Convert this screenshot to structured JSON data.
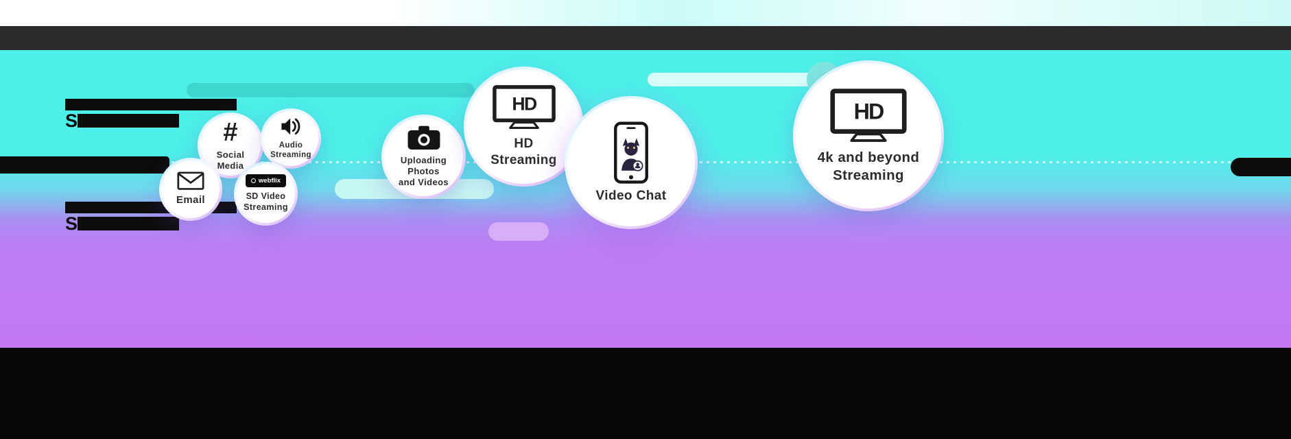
{
  "page": {
    "title": "Internet activities and speeds infographic",
    "colors": {
      "teal_bg": "#4df0e8",
      "purple_bg": "#c278f2",
      "header_bar": "#2b2b2b",
      "footer_bar": "#070707",
      "pill_teal": "#3ed7cf",
      "pill_cyan": "#c4f6f2",
      "pill_lavender": "#d9aef8",
      "accent_black": "#0c0c0c"
    }
  },
  "redacted": {
    "letter": "S"
  },
  "bubbles": [
    {
      "id": "email",
      "icon": "envelope-icon",
      "label": "Email"
    },
    {
      "id": "social-media",
      "icon": "hashtag-icon",
      "glyph": "#",
      "label": "Social\nMedia"
    },
    {
      "id": "audio-streaming",
      "icon": "speaker-icon",
      "label": "Audio\nStreaming"
    },
    {
      "id": "sd-video-streaming",
      "icon": "webflix-logo",
      "logo_text": "webflix",
      "label": "SD Video\nStreaming"
    },
    {
      "id": "uploading-photos-videos",
      "icon": "camera-icon",
      "label": "Uploading Photos\nand Videos"
    },
    {
      "id": "hd-streaming",
      "icon": "hd-tv-icon",
      "tv_text": "HD",
      "label": "HD\nStreaming"
    },
    {
      "id": "video-chat",
      "icon": "video-chat-phone-icon",
      "label": "Video Chat"
    },
    {
      "id": "4k-streaming",
      "icon": "hd-tv-icon",
      "tv_text": "HD",
      "label": "4k and beyond\nStreaming"
    }
  ]
}
